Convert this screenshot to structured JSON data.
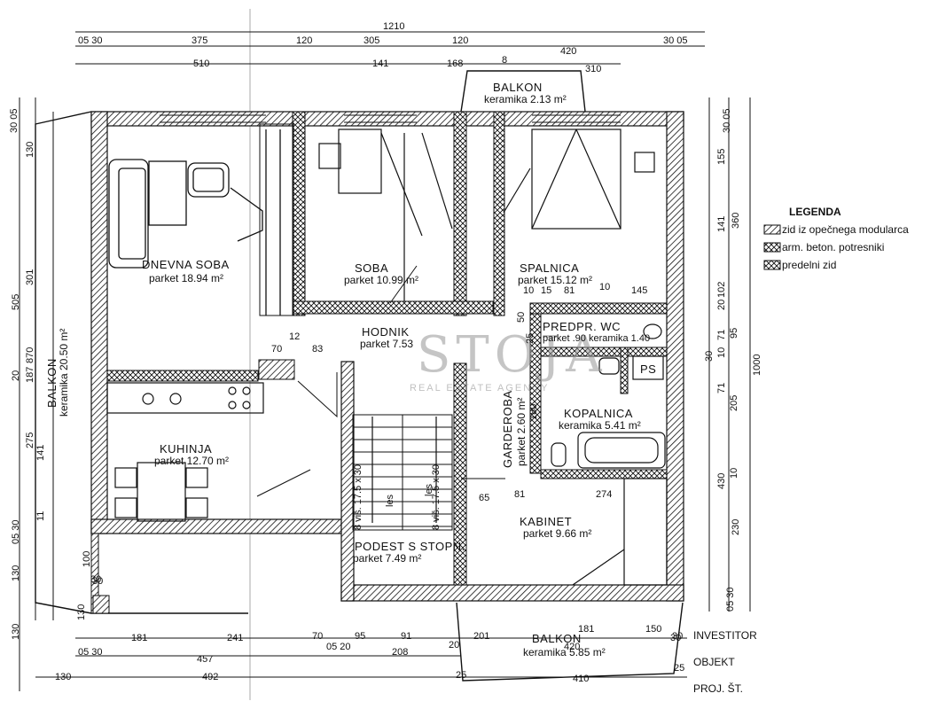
{
  "rooms": {
    "dnevna": {
      "name": "DNEVNA SOBA",
      "area": "parket 18.94 m²"
    },
    "soba": {
      "name": "SOBA",
      "area": "parket 10.99 m²"
    },
    "spalnica": {
      "name": "SPALNICA",
      "area": "parket 15.12 m²"
    },
    "hodnik": {
      "name": "HODNIK",
      "area": "parket 7.53"
    },
    "predpr": {
      "name": "PREDPR. WC",
      "area": "parket .90 keramika 1.40"
    },
    "kopalnica": {
      "name": "KOPALNICA",
      "area": "keramika 5.41 m²"
    },
    "garderoba": {
      "name": "GARDEROBA",
      "area": "parket 2.60 m²"
    },
    "kuhinja": {
      "name": "KUHINJA",
      "area": "parket 12.70 m²"
    },
    "podest": {
      "name": "PODEST S STOPN.",
      "area": "parket 7.49 m²"
    },
    "kabinet": {
      "name": "KABINET",
      "area": "parket 9.66 m²"
    },
    "balkon_top": {
      "name": "BALKON",
      "area": "keramika 2.13 m²"
    },
    "balkon_left": {
      "name": "BALKON",
      "area": "keramika 20.50 m²"
    },
    "balkon_bottom": {
      "name": "BALKON",
      "area": "keramika 5.85 m²"
    },
    "ps": {
      "name": "PS"
    }
  },
  "stairs": {
    "a": "8 viš. 17.5 x 30",
    "b": "8 viš. 17.5 x 30",
    "les_a": "les",
    "les_b": "les"
  },
  "legend": {
    "title": "LEGENDA",
    "items": [
      "zid iz opečnega modularca",
      "arm. beton. potresniki",
      "predelni zid"
    ]
  },
  "titleblock": {
    "investor": "INVESTITOR",
    "object": "OBJEKT",
    "project": "PROJ. ŠT."
  },
  "watermark": {
    "brand": "STOJA",
    "tagline": "REAL ESTATE AGENCY"
  },
  "dims": {
    "top1": [
      "05 30",
      "375",
      "120",
      "305",
      "120",
      "420",
      "30 05"
    ],
    "top0": "1210",
    "top2": [
      "510",
      "141",
      "168",
      "8",
      "310"
    ],
    "bottom1": [
      "181",
      "241",
      "70",
      "05 20",
      "95",
      "91",
      "20",
      "201",
      "181",
      "150",
      "30"
    ],
    "bottom2": [
      "05 30",
      "457",
      "208",
      "420",
      "25",
      "25"
    ],
    "bottom3": [
      "130",
      "492",
      "410"
    ],
    "left": [
      "30 05",
      "130",
      "505",
      "301",
      "870",
      "20",
      "187",
      "275",
      "141",
      "11",
      "05 30",
      "130",
      "100",
      "130",
      "30",
      "130"
    ],
    "right": [
      "30 05",
      "155",
      "141",
      "360",
      "102",
      "20",
      "71",
      "95",
      "10",
      "30",
      "1000",
      "71",
      "205",
      "430",
      "10",
      "230",
      "05 30"
    ],
    "inner": [
      "70",
      "12",
      "83",
      "10",
      "15",
      "81",
      "10",
      "145",
      "65",
      "81",
      "274",
      "180",
      "50",
      "25",
      "30",
      "30"
    ]
  }
}
